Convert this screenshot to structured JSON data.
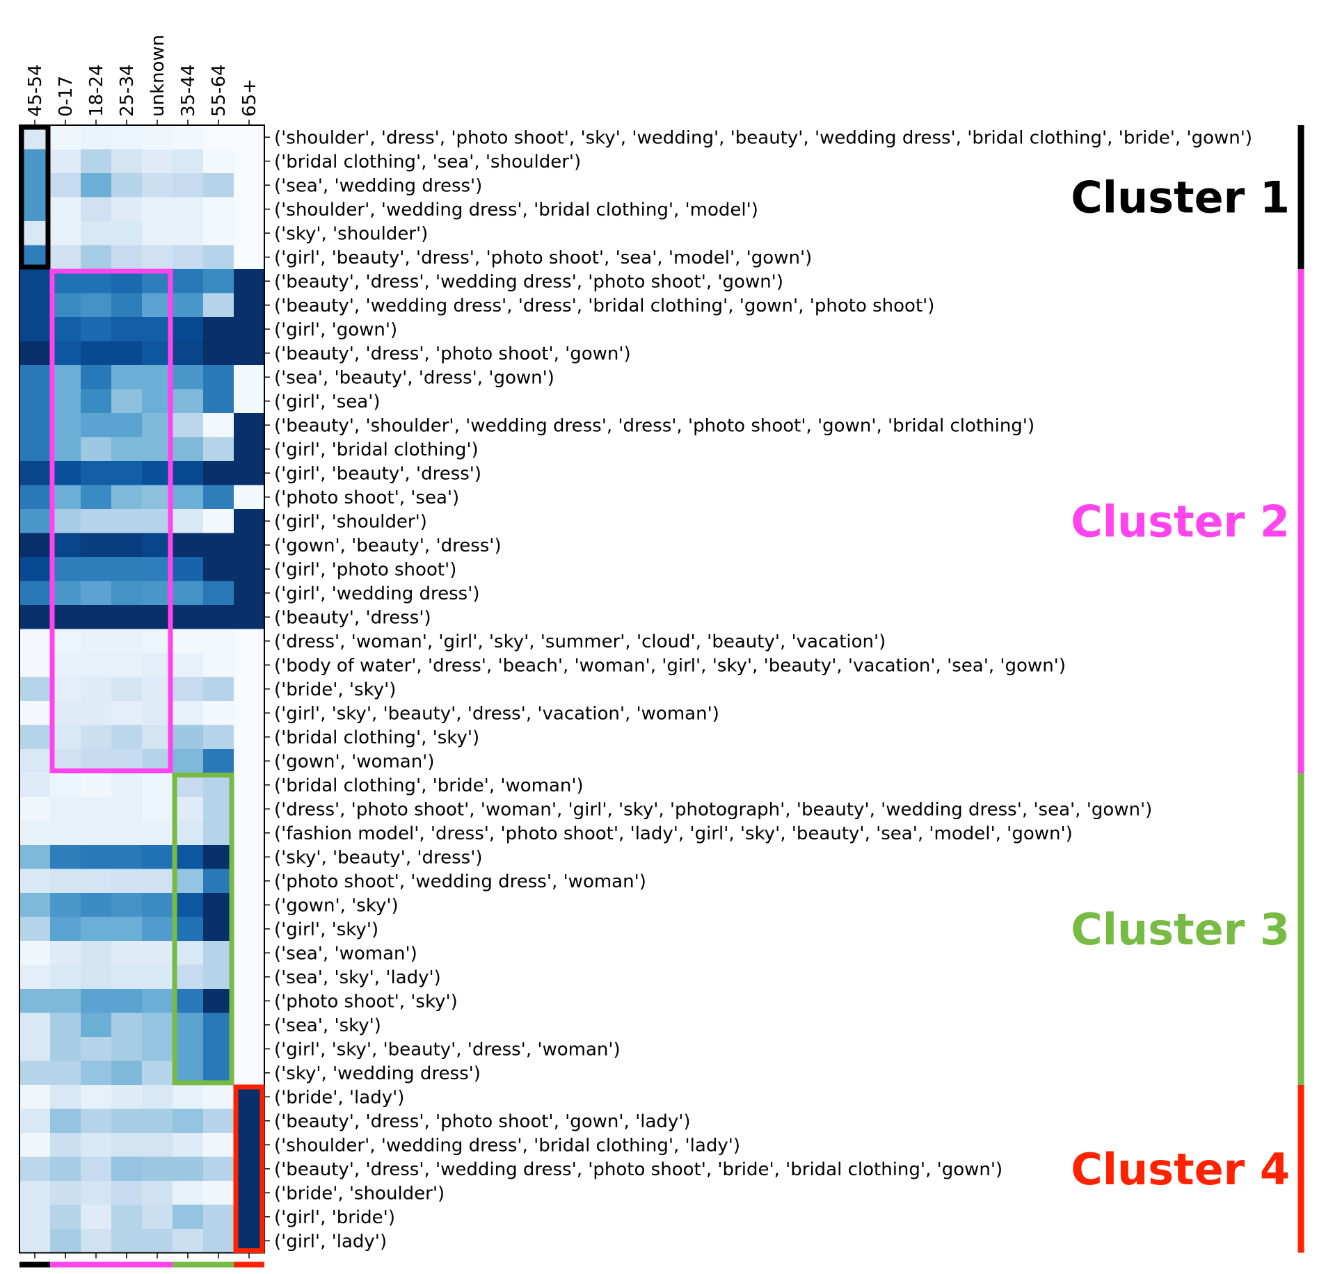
{
  "chart_data": {
    "type": "heatmap",
    "columns": [
      "45-54",
      "0-17",
      "18-24",
      "25-34",
      "unknown",
      "35-44",
      "55-64",
      "65+"
    ],
    "rows": [
      "('shoulder', 'dress', 'photo shoot', 'sky', 'wedding', 'beauty', 'wedding dress', 'bridal clothing', 'bride', 'gown')",
      "('bridal clothing', 'sea', 'shoulder')",
      "('sea', 'wedding dress')",
      "('shoulder', 'wedding dress', 'bridal clothing', 'model')",
      "('sky', 'shoulder')",
      "('girl', 'beauty', 'dress', 'photo shoot', 'sea', 'model', 'gown')",
      "('beauty', 'dress', 'wedding dress', 'photo shoot', 'gown')",
      "('beauty', 'wedding dress', 'dress', 'bridal clothing', 'gown', 'photo shoot')",
      "('girl', 'gown')",
      "('beauty', 'dress', 'photo shoot', 'gown')",
      "('sea', 'beauty', 'dress', 'gown')",
      "('girl', 'sea')",
      "('beauty', 'shoulder', 'wedding dress', 'dress', 'photo shoot', 'gown', 'bridal clothing')",
      "('girl', 'bridal clothing')",
      "('girl', 'beauty', 'dress')",
      "('photo shoot', 'sea')",
      "('girl', 'shoulder')",
      "('gown', 'beauty', 'dress')",
      "('girl', 'photo shoot')",
      "('girl', 'wedding dress')",
      "('beauty', 'dress')",
      "('dress', 'woman', 'girl', 'sky', 'summer', 'cloud', 'beauty', 'vacation')",
      "('body of water', 'dress', 'beach', 'woman', 'girl', 'sky', 'beauty', 'vacation', 'sea', 'gown')",
      "('bride', 'sky')",
      "('girl', 'sky', 'beauty', 'dress', 'vacation', 'woman')",
      "('bridal clothing', 'sky')",
      "('gown', 'woman')",
      "('bridal clothing', 'bride', 'woman')",
      "('dress', 'photo shoot', 'woman', 'girl', 'sky', 'photograph', 'beauty', 'wedding dress', 'sea', 'gown')",
      "('fashion model', 'dress', 'photo shoot', 'lady', 'girl', 'sky', 'beauty', 'sea', 'model', 'gown')",
      "('sky', 'beauty', 'dress')",
      "('photo shoot', 'wedding dress', 'woman')",
      "('gown', 'sky')",
      "('girl', 'sky')",
      "('sea', 'woman')",
      "('sea', 'sky', 'lady')",
      "('photo shoot', 'sky')",
      "('sea', 'sky')",
      "('girl', 'sky', 'beauty', 'dress', 'woman')",
      "('sky', 'wedding dress')",
      "('bride', 'lady')",
      "('beauty', 'dress', 'photo shoot', 'gown', 'lady')",
      "('shoulder', 'wedding dress', 'bridal clothing', 'lady')",
      "('beauty', 'dress', 'wedding dress', 'photo shoot', 'bride', 'bridal clothing', 'gown')",
      "('bride', 'shoulder')",
      "('girl', 'bride')",
      "('girl', 'lady')"
    ],
    "values": [
      [
        0.15,
        0.04,
        0.06,
        0.05,
        0.04,
        0.02,
        0.0,
        0.0
      ],
      [
        0.6,
        0.12,
        0.3,
        0.18,
        0.12,
        0.15,
        0.02,
        0.0
      ],
      [
        0.6,
        0.25,
        0.5,
        0.3,
        0.22,
        0.25,
        0.3,
        0.0
      ],
      [
        0.6,
        0.08,
        0.2,
        0.12,
        0.08,
        0.08,
        0.02,
        0.0
      ],
      [
        0.15,
        0.08,
        0.15,
        0.15,
        0.08,
        0.08,
        0.02,
        0.0
      ],
      [
        0.7,
        0.2,
        0.35,
        0.25,
        0.2,
        0.25,
        0.3,
        0.0
      ],
      [
        0.92,
        0.75,
        0.75,
        0.78,
        0.7,
        0.72,
        0.65,
        1.0
      ],
      [
        0.92,
        0.65,
        0.62,
        0.7,
        0.55,
        0.6,
        0.3,
        1.0
      ],
      [
        0.92,
        0.82,
        0.78,
        0.82,
        0.82,
        0.9,
        1.0,
        1.0
      ],
      [
        1.0,
        0.85,
        0.9,
        0.9,
        0.85,
        0.92,
        1.0,
        1.0
      ],
      [
        0.72,
        0.5,
        0.72,
        0.5,
        0.5,
        0.6,
        0.72,
        0.02
      ],
      [
        0.72,
        0.5,
        0.65,
        0.42,
        0.5,
        0.45,
        0.72,
        0.02
      ],
      [
        0.72,
        0.5,
        0.55,
        0.55,
        0.45,
        0.28,
        0.02,
        1.0
      ],
      [
        0.72,
        0.5,
        0.38,
        0.45,
        0.45,
        0.45,
        0.3,
        1.0
      ],
      [
        0.92,
        0.88,
        0.82,
        0.82,
        0.88,
        0.9,
        1.0,
        1.0
      ],
      [
        0.72,
        0.5,
        0.65,
        0.45,
        0.42,
        0.5,
        0.7,
        0.02
      ],
      [
        0.6,
        0.35,
        0.3,
        0.3,
        0.3,
        0.15,
        0.02,
        1.0
      ],
      [
        1.0,
        0.92,
        0.95,
        0.95,
        0.92,
        1.0,
        1.0,
        1.0
      ],
      [
        0.9,
        0.7,
        0.7,
        0.7,
        0.7,
        0.8,
        1.0,
        1.0
      ],
      [
        0.72,
        0.6,
        0.55,
        0.62,
        0.6,
        0.62,
        0.72,
        1.0
      ],
      [
        1.0,
        1.0,
        1.0,
        1.0,
        1.0,
        1.0,
        1.0,
        1.0
      ],
      [
        0.02,
        0.05,
        0.07,
        0.07,
        0.05,
        0.02,
        0.02,
        0.0
      ],
      [
        0.02,
        0.08,
        0.08,
        0.08,
        0.1,
        0.08,
        0.02,
        0.0
      ],
      [
        0.3,
        0.1,
        0.12,
        0.18,
        0.12,
        0.25,
        0.3,
        0.0
      ],
      [
        0.02,
        0.12,
        0.12,
        0.1,
        0.12,
        0.08,
        0.02,
        0.0
      ],
      [
        0.3,
        0.15,
        0.22,
        0.28,
        0.18,
        0.38,
        0.3,
        0.0
      ],
      [
        0.15,
        0.2,
        0.25,
        0.25,
        0.3,
        0.45,
        0.72,
        0.0
      ],
      [
        0.12,
        0.05,
        0.04,
        0.08,
        0.05,
        0.25,
        0.3,
        0.0
      ],
      [
        0.04,
        0.08,
        0.08,
        0.08,
        0.05,
        0.12,
        0.3,
        0.0
      ],
      [
        0.08,
        0.08,
        0.08,
        0.08,
        0.08,
        0.15,
        0.3,
        0.0
      ],
      [
        0.45,
        0.7,
        0.72,
        0.72,
        0.75,
        0.85,
        1.0,
        0.0
      ],
      [
        0.15,
        0.18,
        0.18,
        0.2,
        0.2,
        0.4,
        0.72,
        0.0
      ],
      [
        0.45,
        0.6,
        0.65,
        0.62,
        0.65,
        0.85,
        1.0,
        0.0
      ],
      [
        0.3,
        0.55,
        0.5,
        0.5,
        0.58,
        0.75,
        1.0,
        0.0
      ],
      [
        0.04,
        0.12,
        0.18,
        0.12,
        0.12,
        0.15,
        0.3,
        0.0
      ],
      [
        0.1,
        0.15,
        0.18,
        0.15,
        0.15,
        0.25,
        0.3,
        0.0
      ],
      [
        0.45,
        0.45,
        0.55,
        0.55,
        0.5,
        0.72,
        1.0,
        0.0
      ],
      [
        0.15,
        0.35,
        0.5,
        0.35,
        0.4,
        0.55,
        0.72,
        0.0
      ],
      [
        0.15,
        0.35,
        0.3,
        0.35,
        0.4,
        0.55,
        0.72,
        0.0
      ],
      [
        0.3,
        0.3,
        0.4,
        0.45,
        0.3,
        0.55,
        0.72,
        0.0
      ],
      [
        0.04,
        0.15,
        0.08,
        0.12,
        0.15,
        0.08,
        0.04,
        1.0
      ],
      [
        0.15,
        0.4,
        0.3,
        0.35,
        0.35,
        0.4,
        0.3,
        1.0
      ],
      [
        0.04,
        0.22,
        0.15,
        0.18,
        0.18,
        0.12,
        0.04,
        1.0
      ],
      [
        0.28,
        0.35,
        0.25,
        0.4,
        0.38,
        0.38,
        0.3,
        1.0
      ],
      [
        0.15,
        0.22,
        0.18,
        0.25,
        0.2,
        0.08,
        0.04,
        1.0
      ],
      [
        0.15,
        0.3,
        0.12,
        0.3,
        0.22,
        0.4,
        0.3,
        1.0
      ],
      [
        0.15,
        0.35,
        0.2,
        0.3,
        0.3,
        0.22,
        0.3,
        1.0
      ]
    ],
    "colormap": [
      "#f7fbff",
      "#deebf7",
      "#c6dbef",
      "#9ecae1",
      "#6baed6",
      "#4292c6",
      "#2171b5",
      "#08519c",
      "#08306b"
    ],
    "clusters": [
      {
        "label": "Cluster 1",
        "color": "#000000",
        "row_start": 0,
        "row_end": 5,
        "col_start": 0,
        "col_end": 0
      },
      {
        "label": "Cluster 2",
        "color": "#ff44ee",
        "row_start": 6,
        "row_end": 26,
        "col_start": 1,
        "col_end": 4
      },
      {
        "label": "Cluster 3",
        "color": "#77bb44",
        "row_start": 27,
        "row_end": 39,
        "col_start": 5,
        "col_end": 6
      },
      {
        "label": "Cluster 4",
        "color": "#ff2200",
        "row_start": 40,
        "row_end": 46,
        "col_start": 7,
        "col_end": 7
      }
    ],
    "legend": "none",
    "grid": false
  }
}
